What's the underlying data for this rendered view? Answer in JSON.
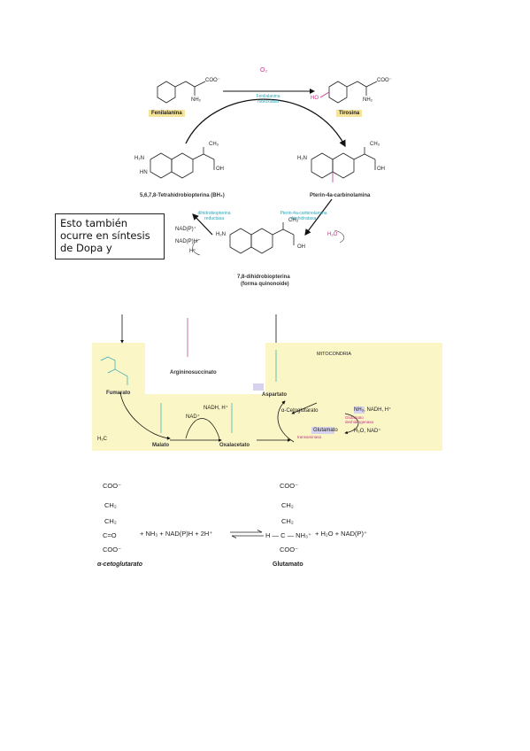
{
  "figure1": {
    "phenylalanine": "Fenilalanina",
    "tyrosine": "Tirosina",
    "o2": "O₂",
    "enzyme_top": "Fenilalanina hidroxilasa",
    "thb": "5,6,7,8-Tetrahidrobiopterina (BH₄)",
    "carbinolamine": "Pterin-4a-carbinolamina",
    "dhb_line1": "7,8-dihidrobiopterina",
    "dhb_line2": "(forma quinonoide)",
    "enzyme_left": "dihidrobiopterina reductasa",
    "enzyme_right": "Pterin-4a-carbinolamina deshidratasa",
    "nadp": "NAD(P)⁺",
    "nadph": "NAD(P)H",
    "h_plus": "H⁺",
    "h2o": "H₂O",
    "coo": "COO⁻",
    "nh2": "NH₂",
    "ho": "HO",
    "oh": "OH",
    "ch3": "CH₃",
    "h2n": "H₂N",
    "hn": "HN",
    "n": "N",
    "h": "H"
  },
  "note": {
    "text": "Esto también ocurre en síntesis de Dopa y"
  },
  "figure2": {
    "mito": "MITOCONDRIA",
    "fumarato": "Fumarato",
    "arginino": "Argininosuccinato",
    "aspartato": "Aspartato",
    "malato": "Malato",
    "oxalo": "Oxalacetato",
    "alpha_keto": "α-Cetoglutarato",
    "glutamato": "Glutamato",
    "nh3_nadh": "NH₃, NADH, H⁺",
    "h2o_nad": "H₂O, NAD⁺",
    "gdh": "Glutamato deshidrogenasa",
    "transaminasa": "transaminasa",
    "nad_plus": "NAD⁺",
    "nadh_h": "NADH, H⁺",
    "h2c": "H₂C"
  },
  "equation": {
    "left_name": "α-cetoglutarato",
    "right_name": "Glutamato",
    "reactants": "+ NH₃ + NAD(P)H + 2H⁺",
    "products": "+ H₂O + NAD(P)⁺",
    "coo": "COO⁻",
    "ch2": "CH₂",
    "c_o": "C=O",
    "h_c": "H — C — NH₃⁺"
  }
}
